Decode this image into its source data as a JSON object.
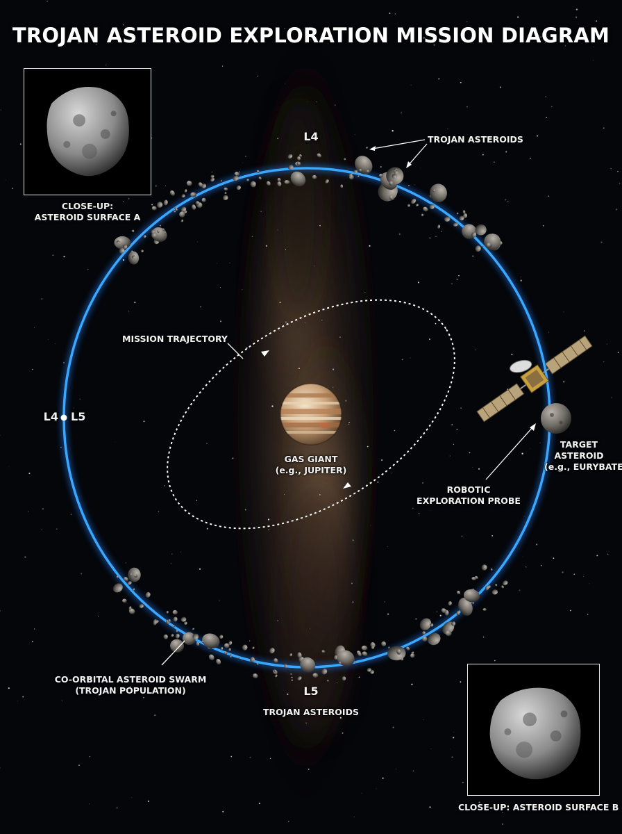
{
  "title": "TROJAN ASTEROID EXPLORATION MISSION DIAGRAM",
  "labels": {
    "l4_top": "L4",
    "l4_left": "L4",
    "l5_left": "L5",
    "l5_bottom": "L5",
    "trojan_asteroids_top": "TROJAN ASTEROIDS",
    "trojan_asteroids_bottom": "TROJAN ASTEROIDS",
    "closeup_a": [
      "CLOSE-UP:",
      "ASTEROID SURFACE A"
    ],
    "closeup_b": "CLOSE-UP: ASTEROID SURFACE B",
    "mission_trajectory": "MISSION TRAJECTORY",
    "gas_giant": [
      "GAS GIANT",
      "(e.g., JUPITER)"
    ],
    "target_asteroid": [
      "TARGET",
      "ASTEROID",
      "(e.g., EURYBATES)"
    ],
    "probe": [
      "ROBOTIC",
      "EXPLORATION PROBE"
    ],
    "swarm": [
      "CO-ORBITAL ASTEROID SWARM",
      "(TROJAN POPULATION)"
    ]
  },
  "colors": {
    "orbit": "#3aa8ff",
    "orbit_glow": "#1e6fd9",
    "background": "#05060a",
    "milky_way": "#8a6a4a"
  }
}
